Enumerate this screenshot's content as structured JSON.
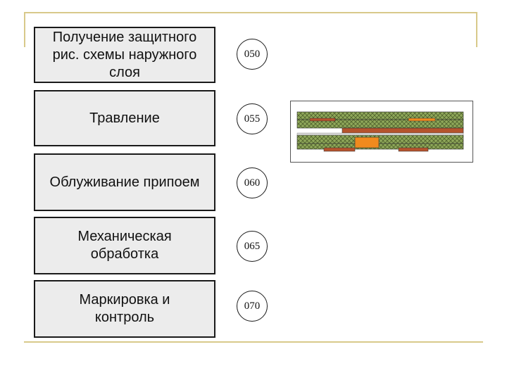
{
  "steps": [
    {
      "label": "Получение защитного\nрис. схемы наружного\nслоя",
      "code": "050"
    },
    {
      "label": "Травление",
      "code": "055"
    },
    {
      "label": "Облуживание припоем",
      "code": "060"
    },
    {
      "label": "Механическая\nобработка",
      "code": "065"
    },
    {
      "label": "Маркировка и\nконтроль",
      "code": "070"
    }
  ],
  "colors": {
    "frame_line": "#d8c98a",
    "box_fill": "#ececec",
    "box_border": "#1a1a1a",
    "laminate_green": "#8fa85a",
    "copper_brown": "#b5532d",
    "solder_orange": "#f08a1e"
  }
}
